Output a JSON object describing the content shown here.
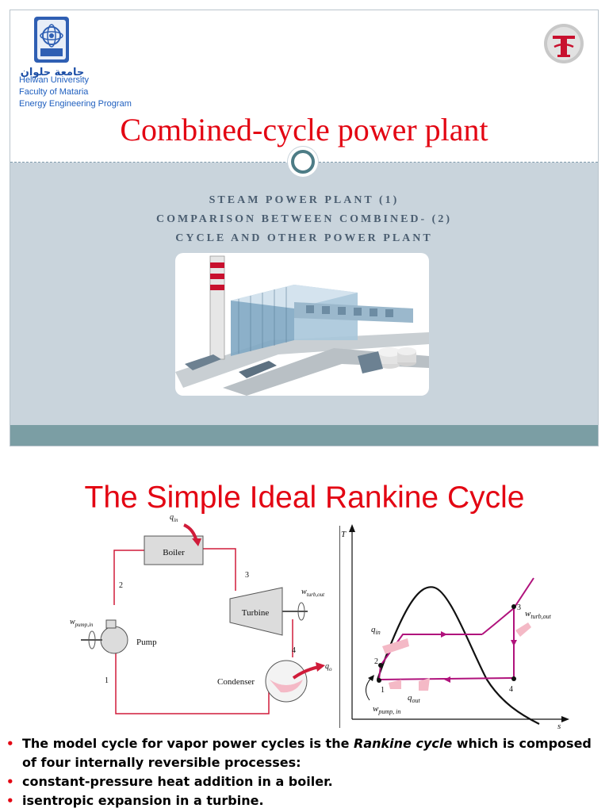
{
  "slide1": {
    "logo_left_text": "جامعة حلوان",
    "university_lines": [
      "Helwan University",
      "Faculty of Mataria",
      "Energy Engineering Program"
    ],
    "title": "Combined-cycle power plant",
    "subtitle_lines": [
      "STEAM POWER PLANT (1)",
      "COMPARISON BETWEEN COMBINED- (2)",
      "CYCLE AND OTHER POWER PLANT"
    ]
  },
  "slide2": {
    "title": "The Simple Ideal Rankine Cycle",
    "diagram": {
      "boiler": "Boiler",
      "turbine": "Turbine",
      "pump": "Pump",
      "condenser": "Condenser",
      "q_in": "q",
      "q_in_sub": "in",
      "q_out": "q",
      "q_out_sub": "o",
      "w_turb": "w",
      "w_turb_sub": "turb,out",
      "w_pump": "w",
      "w_pump_sub": "pump,in",
      "state1": "1",
      "state2": "2",
      "state3": "3",
      "state4": "4"
    },
    "ts": {
      "T": "T",
      "s": "s",
      "q_in": "q",
      "q_in_sub": "in",
      "q_out": "q",
      "q_out_sub": "out",
      "w_turb": "w",
      "w_turb_sub": "turb,out",
      "w_pump": "w",
      "w_pump_sub": "pump, in",
      "s1": "1",
      "s2": "2",
      "s3": "3",
      "s4": "4"
    },
    "bullets": [
      {
        "pre": "The model cycle for vapor power cycles is the ",
        "em": "Rankine cycle",
        "post": " which is composed of four internally reversible processes:"
      },
      {
        "pre": "constant-pressure heat addition in a boiler.",
        "em": "",
        "post": ""
      },
      {
        "pre": " isentropic expansion in a turbine.",
        "em": "",
        "post": ""
      }
    ]
  }
}
